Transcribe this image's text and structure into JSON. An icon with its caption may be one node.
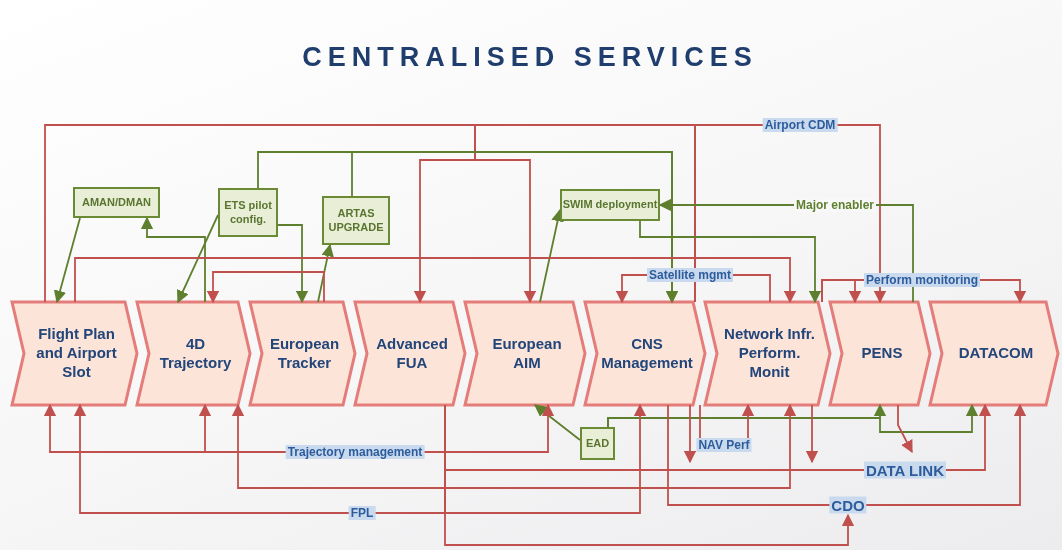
{
  "diagram": {
    "title": "CENTRALISED SERVICES",
    "nodes": [
      {
        "text": [
          "Flight Plan and Airport Slot"
        ]
      },
      {
        "text": [
          "4D Trajectory"
        ]
      },
      {
        "text": [
          "European Tracker"
        ]
      },
      {
        "text": [
          "Advanced FUA"
        ]
      },
      {
        "text": [
          "European AIM"
        ]
      },
      {
        "text": [
          "CNS Management"
        ]
      },
      {
        "text": [
          "Network Infr. Perform. Monit"
        ]
      },
      {
        "text": [
          "PENS"
        ]
      },
      {
        "text": [
          "DATACOM"
        ]
      },
      {
        "text": [
          "AMAN/DMAN"
        ]
      },
      {
        "text": [
          "ETS pilot config."
        ]
      },
      {
        "text": [
          "ARTAS UPGRADE"
        ]
      },
      {
        "text": [
          "SWIM deployment"
        ]
      },
      {
        "text": [
          "EAD"
        ]
      }
    ],
    "edges": [
      {
        "from": 5,
        "to": 7,
        "arrow": "to",
        "label": "Airport CDM"
      },
      {
        "from": 5,
        "to": 3,
        "arrow": "to"
      },
      {
        "from": 5,
        "to": 4,
        "arrow": "to"
      },
      {
        "from": 5,
        "to": 0,
        "arrow": "none"
      },
      {
        "from": 9,
        "to": 0,
        "arrow": "to",
        "color": "#5e7f2e"
      },
      {
        "from": 1,
        "to": 9,
        "arrow": "to",
        "color": "#5e7f2e"
      },
      {
        "from": 10,
        "to": 1,
        "arrow": "to",
        "color": "#5e7f2e"
      },
      {
        "from": 10,
        "to": 2,
        "arrow": "to",
        "color": "#5e7f2e"
      },
      {
        "from": 2,
        "to": 11,
        "arrow": "to",
        "color": "#5e7f2e"
      },
      {
        "from": 10,
        "to": 5,
        "arrow": "to",
        "color": "#5e7f2e"
      },
      {
        "from": 11,
        "to": 5,
        "arrow": "to",
        "color": "#5e7f2e"
      },
      {
        "from": 4,
        "to": 12,
        "arrow": "to",
        "color": "#5e7f2e"
      },
      {
        "from": 7,
        "to": 12,
        "arrow": "to",
        "color": "#5e7f2e",
        "label": "Major enabler"
      },
      {
        "from": 12,
        "to": 6,
        "arrow": "to",
        "color": "#5e7f2e"
      },
      {
        "from": 13,
        "to": 4,
        "arrow": "to",
        "color": "#5e7f2e"
      },
      {
        "from": 13,
        "to": 7,
        "arrow": "to",
        "color": "#5e7f2e"
      },
      {
        "from": 13,
        "to": 8,
        "arrow": "to",
        "color": "#5e7f2e"
      },
      {
        "from": 6,
        "to": 5,
        "arrow": "to",
        "label": "Satellite mgmt"
      },
      {
        "from": 0,
        "to": 6,
        "arrow": "to"
      },
      {
        "from": 2,
        "to": 1,
        "arrow": "to"
      },
      {
        "from": 6,
        "to": 8,
        "arrow": "to",
        "label": "Perform monitoring"
      },
      {
        "from": 6,
        "to": 7,
        "arrow": "to"
      },
      {
        "from": 3,
        "to": 1,
        "arrow": "to",
        "label": "Trajectory management"
      },
      {
        "from": 3,
        "to": 0,
        "arrow": "to"
      },
      {
        "from": 3,
        "to": 4,
        "arrow": "to"
      },
      {
        "from": 3,
        "to": 1,
        "arrow": "to"
      },
      {
        "from": 3,
        "to": 0,
        "arrow": "to",
        "label": "FPL"
      },
      {
        "from": 3,
        "to": 5,
        "arrow": "to"
      },
      {
        "from": 3,
        "to": 8,
        "arrow": "to",
        "label": "DATA LINK"
      },
      {
        "from": 3,
        "to": 6,
        "arrow": "to"
      },
      {
        "from": 5,
        "to": 6,
        "arrow": "to",
        "label": "NAV Perf"
      },
      {
        "from": 6,
        "to": null,
        "arrow": "to"
      },
      {
        "from": 7,
        "to": null,
        "arrow": "to"
      },
      {
        "from": 5,
        "to": null,
        "arrow": "to"
      },
      {
        "from": 5,
        "to": 8,
        "arrow": "to",
        "label": "CDO"
      },
      {
        "from": 3,
        "to": null,
        "arrow": "to"
      }
    ]
  }
}
